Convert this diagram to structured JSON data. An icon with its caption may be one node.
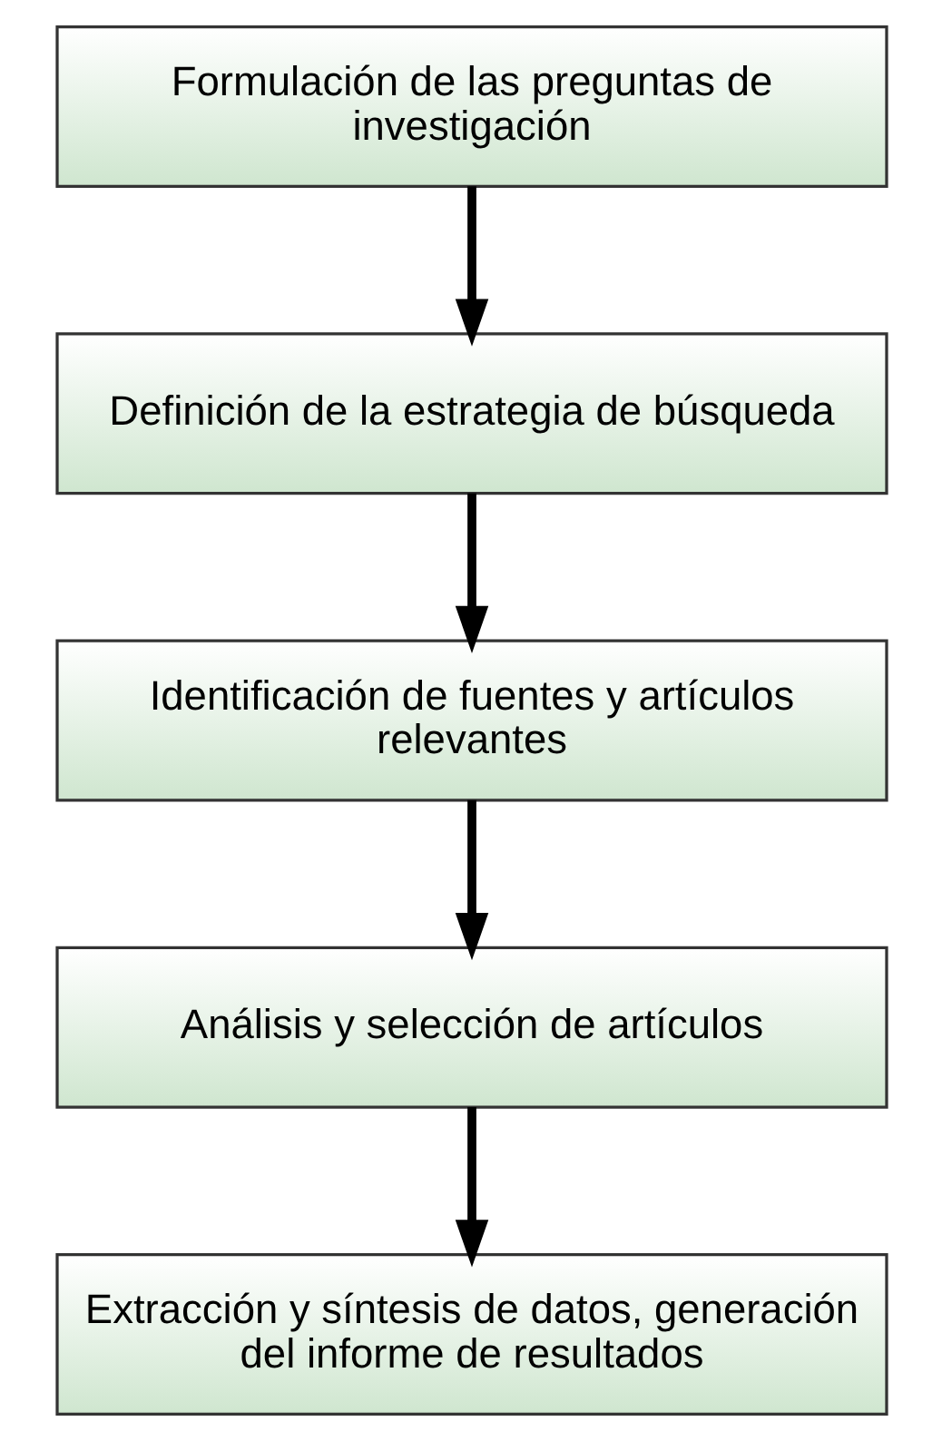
{
  "diagram": {
    "nodes": [
      {
        "text": [
          "Formulación de las preguntas de investigación"
        ]
      },
      {
        "text": [
          "Definición de la estrategia de búsqueda"
        ]
      },
      {
        "text": [
          "Identificación de fuentes y artículos relevantes"
        ]
      },
      {
        "text": [
          "Análisis y selección de artículos"
        ]
      },
      {
        "text": [
          "Extracción y síntesis de datos, generación del informe de resultados"
        ]
      }
    ],
    "edges": [
      {
        "from": 0,
        "to": 1,
        "arrow": "to"
      },
      {
        "from": 1,
        "to": 2,
        "arrow": "to"
      },
      {
        "from": 2,
        "to": 3,
        "arrow": "to"
      },
      {
        "from": 3,
        "to": 4,
        "arrow": "to"
      }
    ]
  }
}
